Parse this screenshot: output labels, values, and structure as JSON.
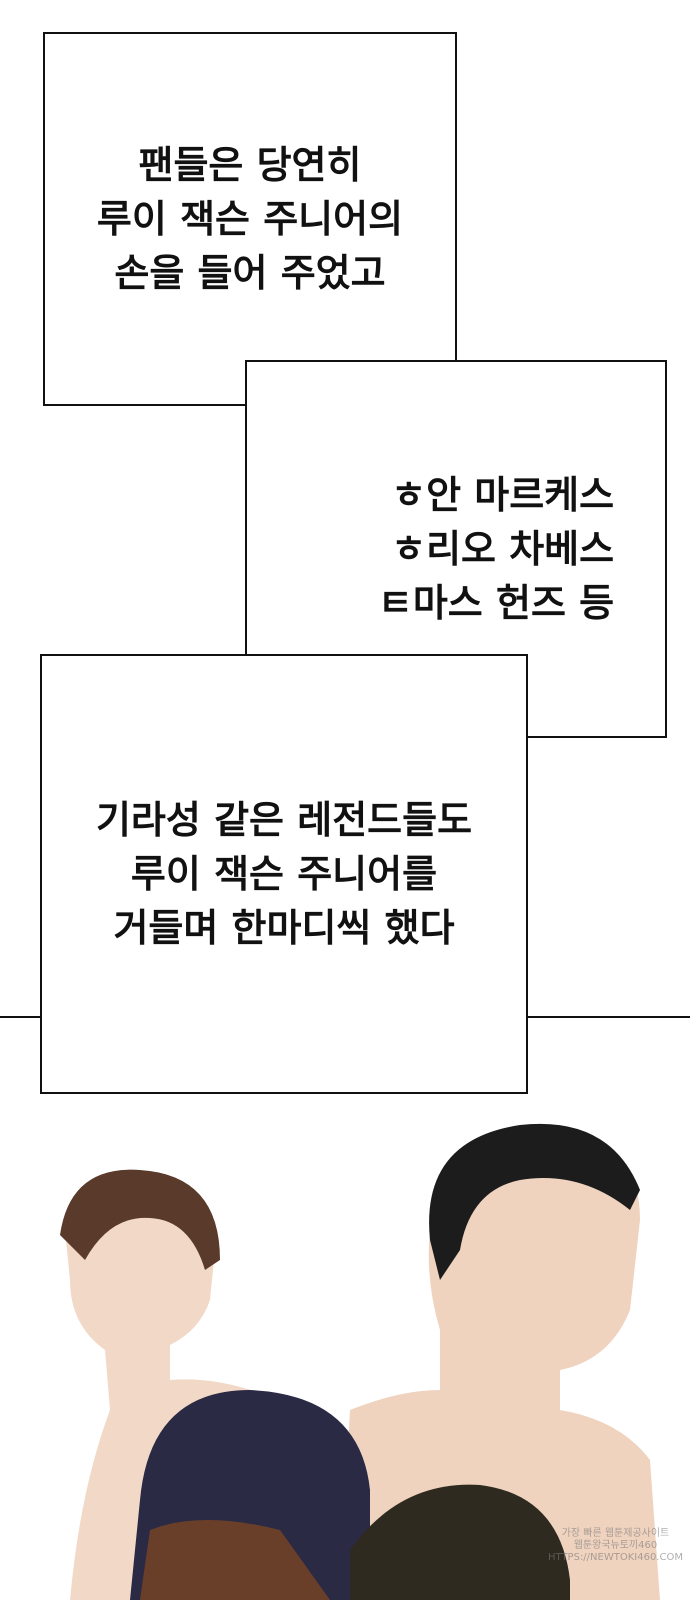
{
  "captions": [
    {
      "lines": "팬들은 당연히\n루이 잭슨 주니어의\n손을 들어 주었고"
    },
    {
      "lines": "ㅎ안 마르케스\nㅎ리오 차베스\nㅌ마스 헌즈 등"
    },
    {
      "lines": "기라성 같은 레전드들도\n루이 잭슨 주니어를\n거들며 한마디씩 했다"
    }
  ],
  "watermark": {
    "line1": "가장 빠른 웹툰제공사이트",
    "line2": "웹툰왕국뉴토끼460",
    "line3": "HTTPS://NEWTOKI460.COM"
  }
}
